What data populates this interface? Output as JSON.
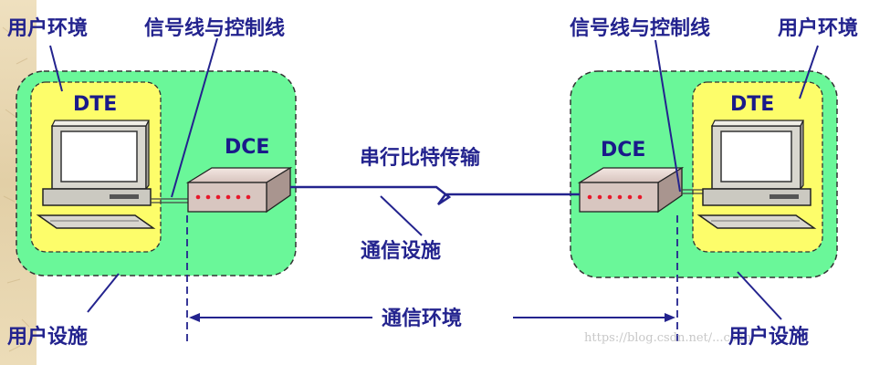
{
  "labels": {
    "user_env_left": "用户环境",
    "user_env_right": "用户环境",
    "signal_left": "信号线与控制线",
    "signal_right": "信号线与控制线",
    "dte_left": "DTE",
    "dte_right": "DTE",
    "dce_left": "DCE",
    "dce_right": "DCE",
    "serial": "串行比特传输",
    "comm_facility": "通信设施",
    "comm_env": "通信环境",
    "user_facility_left": "用户设施",
    "user_facility_right": "用户设施"
  },
  "watermark": "https://blog.csdn.net/...csdn",
  "colors": {
    "outer_box": "#6af799",
    "inner_box": "#fdfd6a",
    "label_text": "#23238e",
    "line": "#23238e",
    "led": "#e8182a",
    "parchment": "#e9d8b4"
  }
}
